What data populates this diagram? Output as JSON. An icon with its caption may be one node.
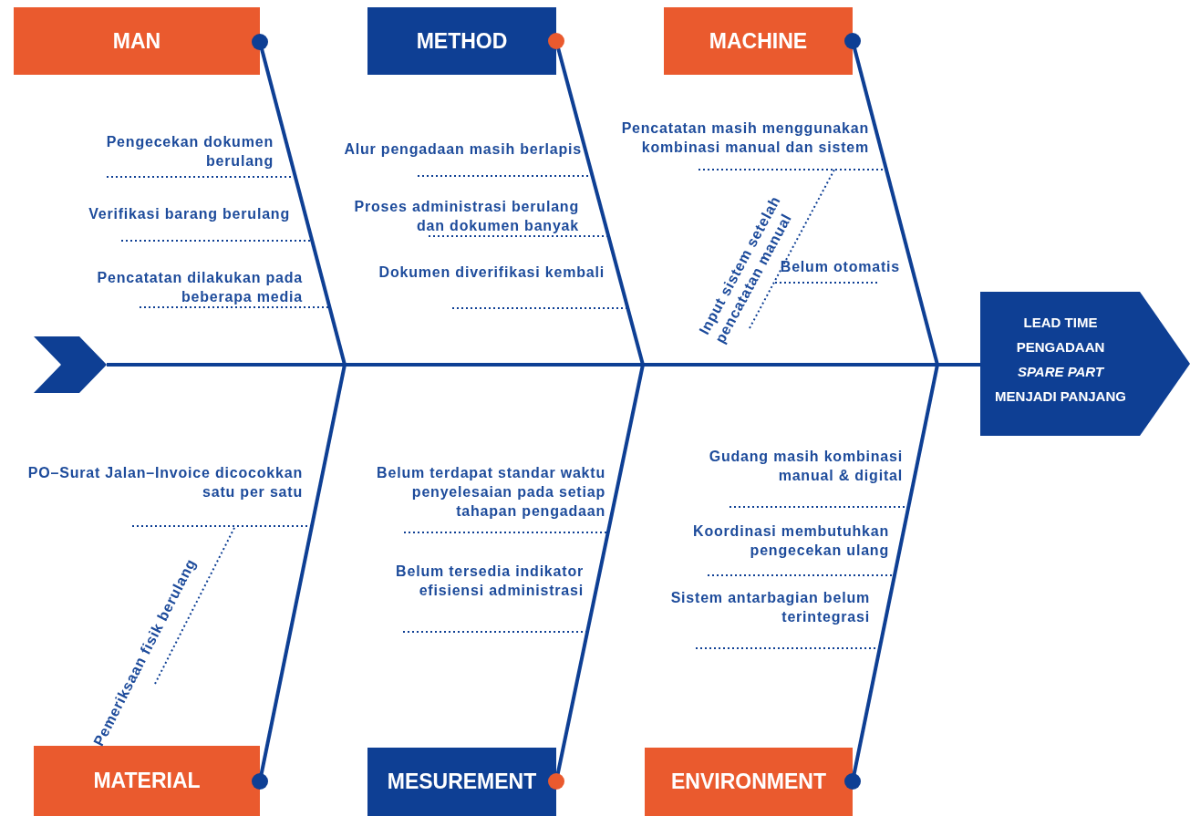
{
  "diagram": {
    "nodes": [
      {
        "text": [
          "MAN"
        ]
      },
      {
        "text": [
          "METHOD"
        ]
      },
      {
        "text": [
          "MACHINE"
        ]
      },
      {
        "text": [
          "Pengecekan dokumen berulang"
        ]
      },
      {
        "text": [
          "Verifikasi barang berulang"
        ]
      },
      {
        "text": [
          "Pencatatan dilakukan pada beberapa media"
        ]
      },
      {
        "text": [
          "Alur pengadaan masih berlapis"
        ]
      },
      {
        "text": [
          "Proses administrasi berulang dan dokumen banyak"
        ]
      },
      {
        "text": [
          "Dokumen diverifikasi kembali"
        ]
      },
      {
        "text": [
          "Pencatatan masih menggunakan kombinasi manual dan sistem"
        ]
      },
      {
        "text": [
          "Input sistem setelah pencatatan manual"
        ]
      },
      {
        "text": [
          "Belum otomatis"
        ]
      },
      {
        "text": [],
        "shape": "chevron"
      },
      {
        "text": [
          "LEAD TIME PENGADAAN *SPARE PART* MENJADI PANJANG"
        ]
      },
      {
        "text": [
          "PO–Surat Jalan–Invoice dicocokkan satu per satu"
        ]
      },
      {
        "text": [
          "Pemeriksaan fisik berulang"
        ]
      },
      {
        "text": [
          "Belum terdapat standar waktu penyelesaian pada setiap tahapan pengadaan"
        ]
      },
      {
        "text": [
          "Belum tersedia indikator efisiensi administrasi"
        ]
      },
      {
        "text": [
          "Gudang masih kombinasi manual & digital"
        ]
      },
      {
        "text": [
          "Koordinasi membutuhkan pengecekan ulang"
        ]
      },
      {
        "text": [
          "Sistem antarbagian belum terintegrasi"
        ]
      },
      {
        "text": [
          "MATERIAL"
        ]
      },
      {
        "text": [
          "MESUREMENT"
        ]
      },
      {
        "text": [
          "ENVIRONMENT"
        ]
      }
    ],
    "edges": [
      {
        "from": 12,
        "to": 13,
        "arrow": "none",
        "style": "thick"
      },
      {
        "from": 0,
        "to": null,
        "arrow": "other",
        "style": "thick"
      },
      {
        "from": 1,
        "to": null,
        "arrow": "other",
        "style": "thick"
      },
      {
        "from": 2,
        "to": null,
        "arrow": "other",
        "style": "thick"
      },
      {
        "from": 21,
        "to": null,
        "arrow": "other",
        "style": "thick"
      },
      {
        "from": 22,
        "to": null,
        "arrow": "other",
        "style": "thick"
      },
      {
        "from": 23,
        "to": null,
        "arrow": "other",
        "style": "thick"
      },
      {
        "from": 3,
        "to": null,
        "arrow": "none",
        "style": "dashed"
      },
      {
        "from": 4,
        "to": null,
        "arrow": "none",
        "style": "dashed"
      },
      {
        "from": 5,
        "to": null,
        "arrow": "none",
        "style": "dashed"
      },
      {
        "from": 6,
        "to": null,
        "arrow": "none",
        "style": "dashed"
      },
      {
        "from": 7,
        "to": null,
        "arrow": "none",
        "style": "dashed"
      },
      {
        "from": 8,
        "to": null,
        "arrow": "none",
        "style": "dashed"
      },
      {
        "from": 9,
        "to": null,
        "arrow": "none",
        "style": "dashed"
      },
      {
        "from": 10,
        "to": 9,
        "arrow": "none",
        "style": "dashed"
      },
      {
        "from": 11,
        "to": 10,
        "arrow": "none",
        "style": "dashed"
      },
      {
        "from": 14,
        "to": null,
        "arrow": "none",
        "style": "dashed"
      },
      {
        "from": 16,
        "to": null,
        "arrow": "none",
        "style": "dashed"
      },
      {
        "from": 17,
        "to": null,
        "arrow": "none",
        "style": "dashed"
      },
      {
        "from": 18,
        "to": null,
        "arrow": "none",
        "style": "dashed"
      },
      {
        "from": 19,
        "to": null,
        "arrow": "none",
        "style": "dashed"
      },
      {
        "from": 20,
        "to": null,
        "arrow": "none",
        "style": "dashed"
      },
      {
        "from": 15,
        "to": 14,
        "arrow": "none",
        "style": "dashed"
      }
    ]
  }
}
